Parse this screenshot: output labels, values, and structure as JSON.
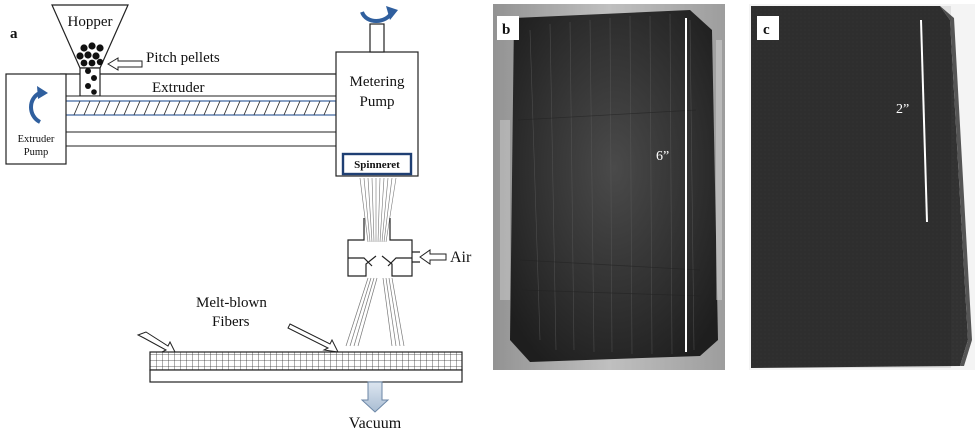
{
  "panels": {
    "a": {
      "letter": "a",
      "labels": {
        "hopper": "Hopper",
        "pitch_pellets": "Pitch pellets",
        "extruder": "Extruder",
        "metering_pump_line1": "Metering",
        "metering_pump_line2": "Pump",
        "extruder_pump_line1": "Extruder",
        "extruder_pump_line2": "Pump",
        "spinneret": "Spinneret",
        "air": "Air",
        "melt_blown_line1": "Melt-blown",
        "melt_blown_line2": "Fibers",
        "vacuum": "Vacuum"
      }
    },
    "b": {
      "letter": "b",
      "scale_label": "6”"
    },
    "c": {
      "letter": "c",
      "scale_label": "2”"
    }
  },
  "colors": {
    "arrow_blue": "#2f5f9e",
    "spinneret_border": "#1f3f73",
    "screw_blue": "#5577aa",
    "mat_dark": "#2d2d2d",
    "fabric_dark": "#3a3a3a"
  }
}
